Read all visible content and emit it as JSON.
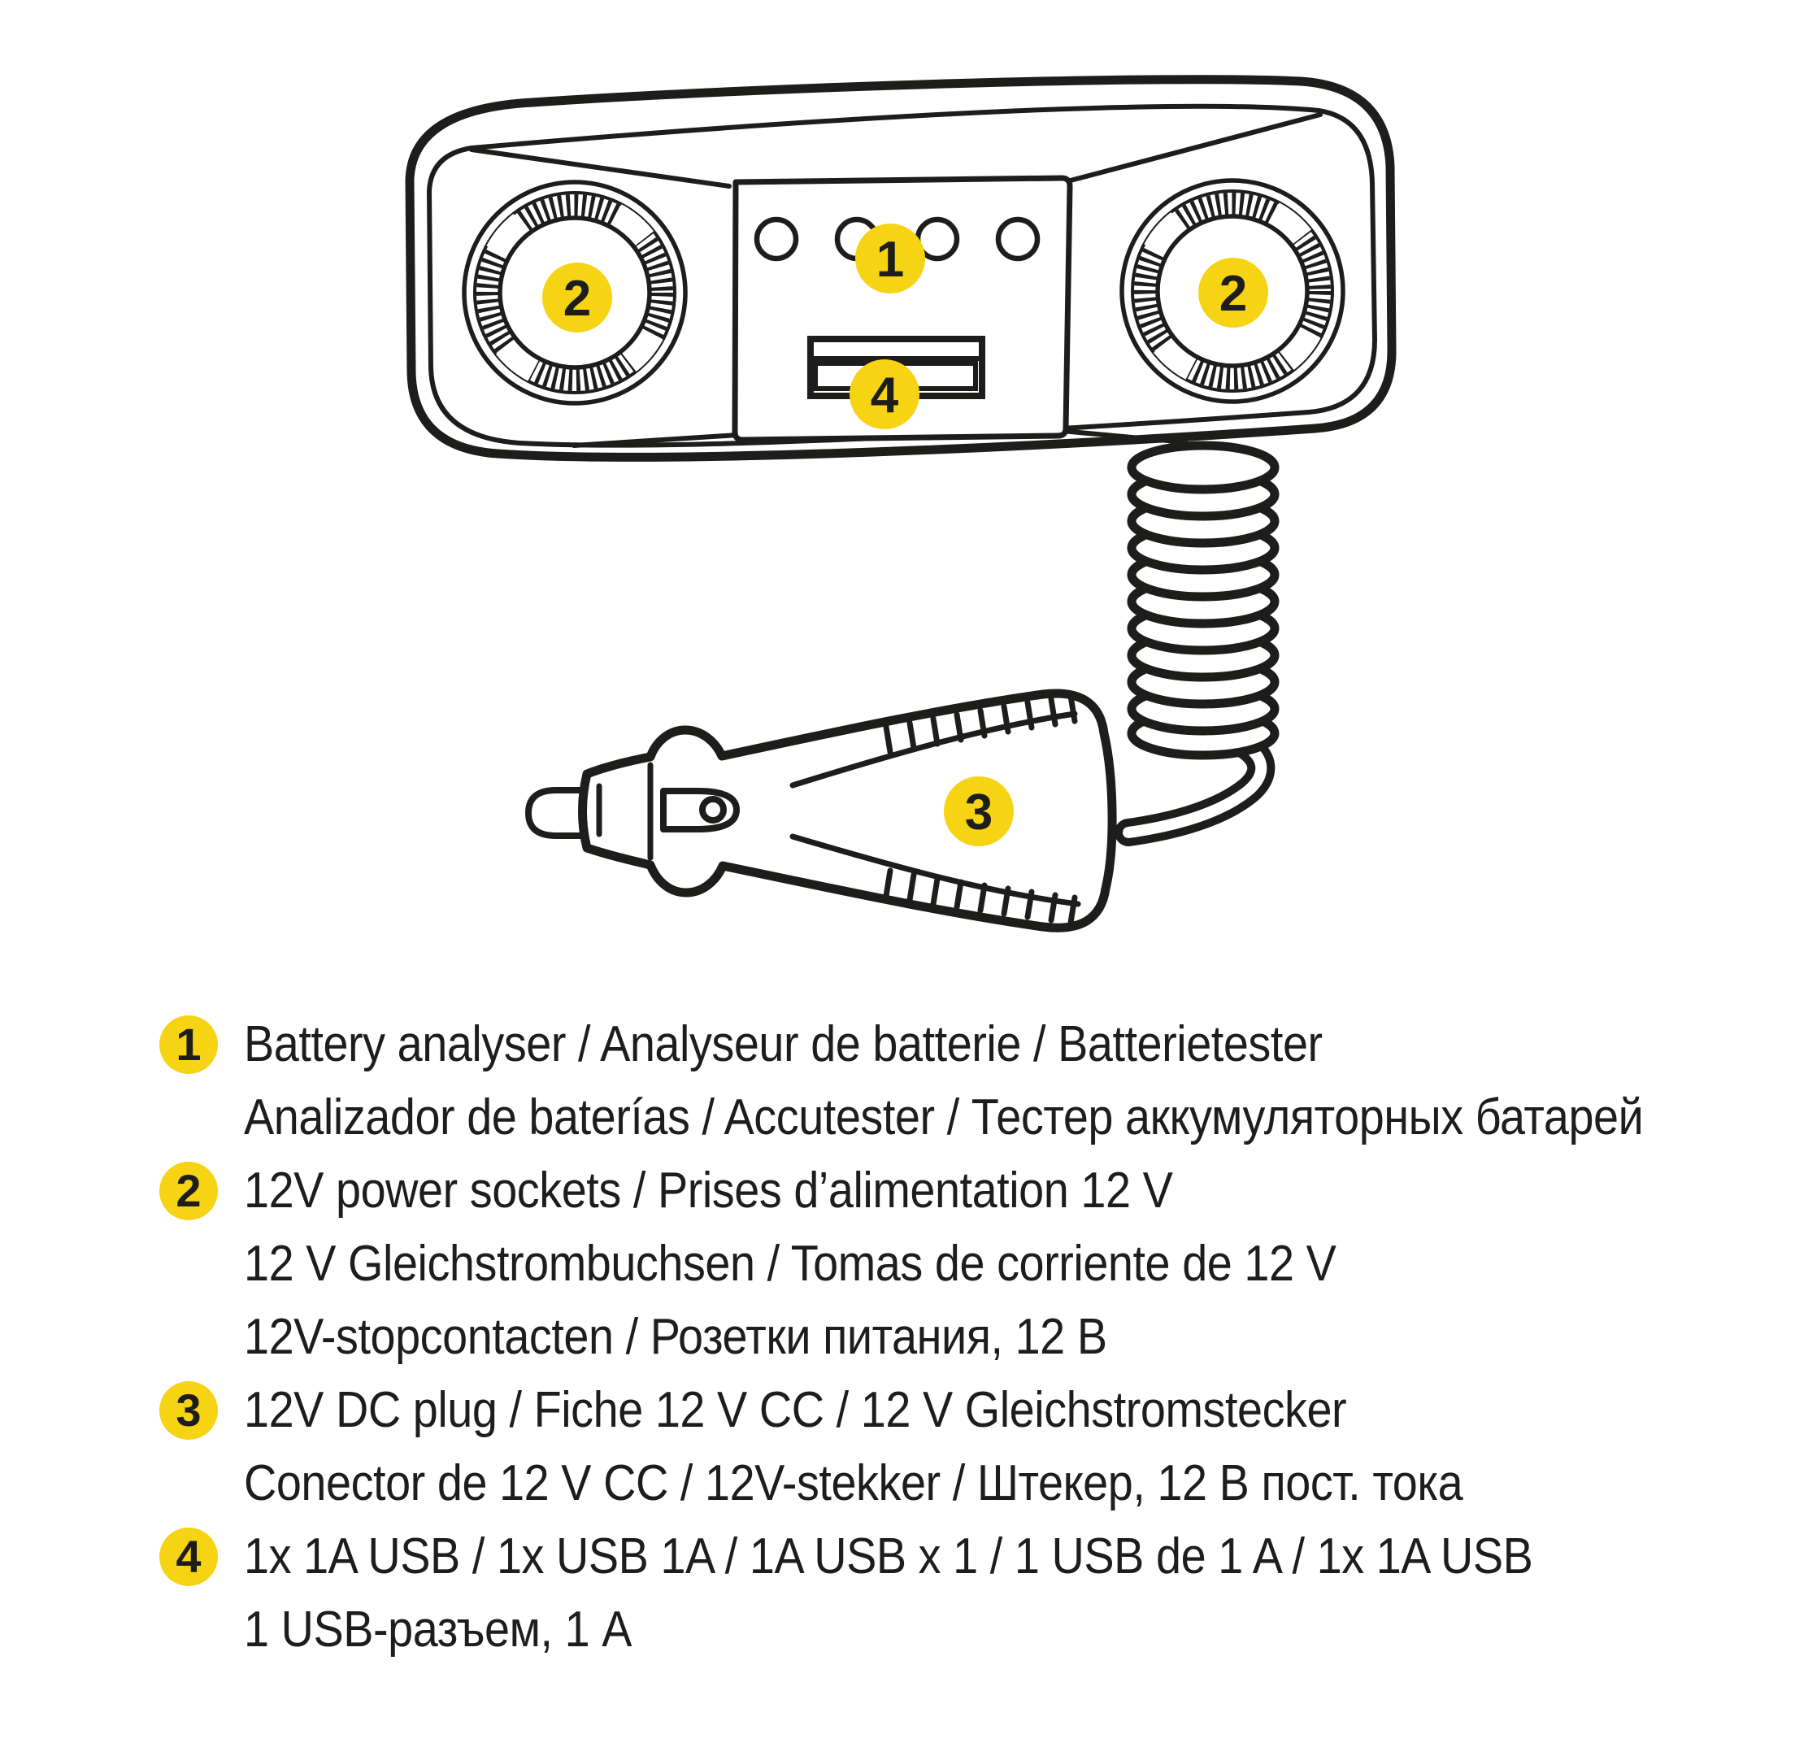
{
  "diagram": {
    "callouts": [
      {
        "part": "battery-analyser",
        "label": "1"
      },
      {
        "part": "power-socket-left",
        "label": "2"
      },
      {
        "part": "power-socket-right",
        "label": "2"
      },
      {
        "part": "dc-plug",
        "label": "3"
      },
      {
        "part": "usb-port",
        "label": "4"
      }
    ]
  },
  "legend": {
    "items": [
      {
        "num": "1",
        "lines": [
          "Battery analyser / Analyseur de batterie / Batterietester",
          "Analizador de baterías / Accutester / Тестер аккумуляторных батарей"
        ]
      },
      {
        "num": "2",
        "lines": [
          "12V power sockets / Prises d’alimentation 12 V",
          "12 V Gleichstrombuchsen / Tomas de corriente de 12 V",
          "12V-stopcontacten / Розетки питания, 12 В"
        ]
      },
      {
        "num": "3",
        "lines": [
          "12V DC plug / Fiche 12 V CC / 12 V Gleichstromstecker",
          "Conector de 12 V CC / 12V-stekker / Штекер, 12 В пост. тока"
        ]
      },
      {
        "num": "4",
        "lines": [
          "1x 1A USB / 1x USB 1A / 1A USB x 1 / 1 USB de 1 A / 1x 1A USB",
          "1 USB-разъем, 1 A"
        ]
      }
    ]
  },
  "colors": {
    "accent_yellow": "#f6d313",
    "line_black": "#1d1d1b",
    "background": "#ffffff"
  }
}
